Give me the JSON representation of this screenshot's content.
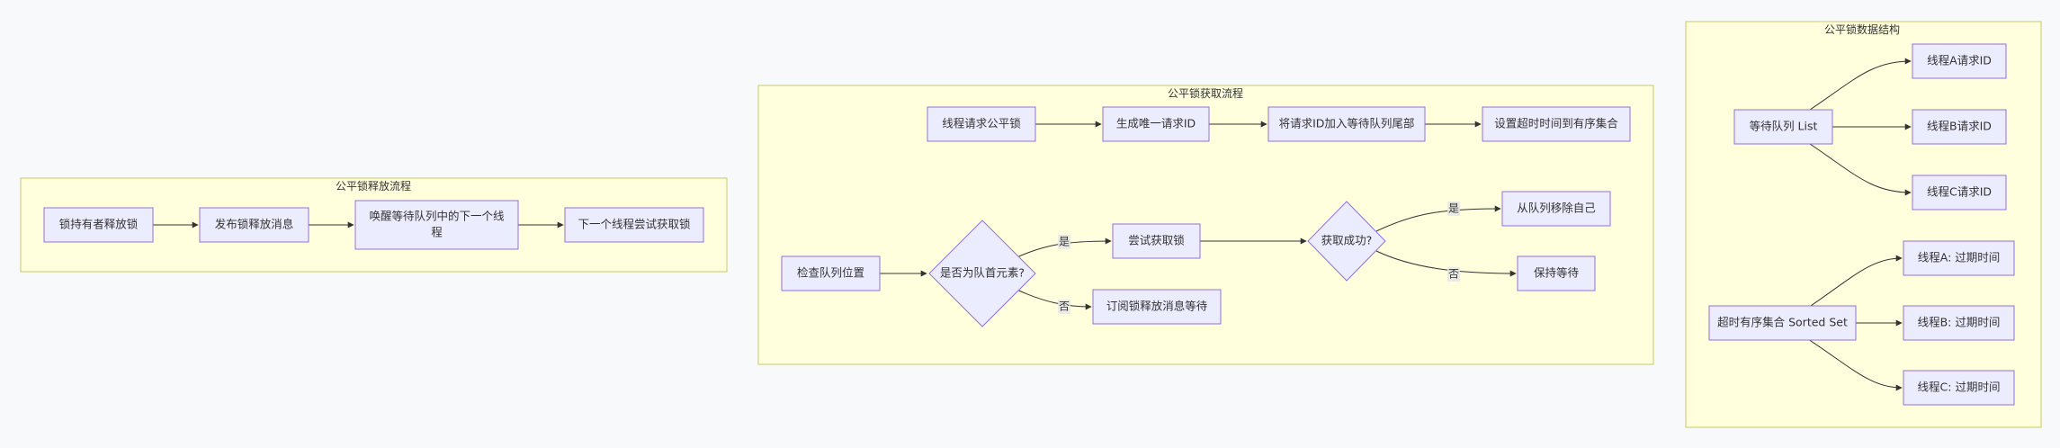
{
  "clusters": {
    "release": {
      "title": "公平锁释放流程"
    },
    "acquire": {
      "title": "公平锁获取流程"
    },
    "structure": {
      "title": "公平锁数据结构"
    }
  },
  "nodes": {
    "holder_release": "锁持有者释放锁",
    "publish_msg": "发布锁释放消息",
    "wake_next": [
      "唤醒等待队列中的下一个线",
      "程"
    ],
    "next_try": "下一个线程尝试获取锁",
    "req_lock": "线程请求公平锁",
    "gen_id": "生成唯一请求ID",
    "enqueue": "将请求ID加入等待队列尾部",
    "set_timeout": "设置超时时间到有序集合",
    "check_pos": "检查队列位置",
    "is_head": "是否为队首元素?",
    "try_lock": "尝试获取锁",
    "subscribe": "订阅锁释放消息等待",
    "success": "获取成功?",
    "remove_self": "从队列移除自己",
    "keep_wait": "保持等待",
    "wait_list": "等待队列 List",
    "req_a": "线程A请求ID",
    "req_b": "线程B请求ID",
    "req_c": "线程C请求ID",
    "sorted_set": "超时有序集合 Sorted Set",
    "exp_a": "线程A: 过期时间",
    "exp_b": "线程B: 过期时间",
    "exp_c": "线程C: 过期时间"
  },
  "edge_labels": {
    "head_yes": "是",
    "head_no": "否",
    "success_yes": "是",
    "success_no": "否"
  }
}
